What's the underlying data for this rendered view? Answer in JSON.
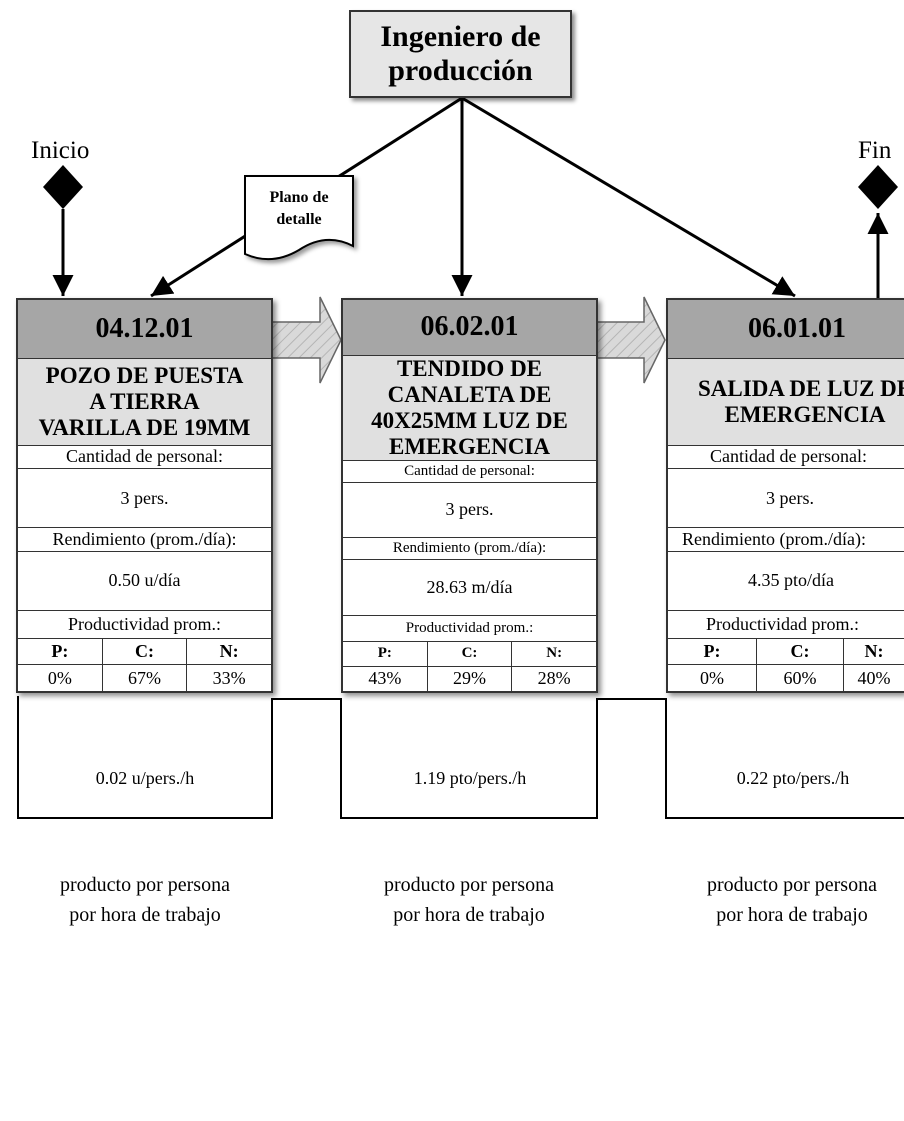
{
  "engineer": {
    "label": "Ingeniero de\nproducción"
  },
  "start_label": "Inicio",
  "end_label": "Fin",
  "document": {
    "label": "Plano de\ndetalle"
  },
  "activities": [
    {
      "code": "04.12.01",
      "name": "POZO DE PUESTA\nA TIERRA\nVARILLA DE 19MM",
      "personnel_label": "Cantidad de personal:",
      "personnel_value": "3  pers.",
      "performance_label": "Rendimiento (prom./día):",
      "performance_value": "0.50 u/día",
      "productivity_label": "Productividad prom.:",
      "headers": [
        "P:",
        "C:",
        "N:"
      ],
      "values": [
        "0%",
        "67%",
        "33%"
      ],
      "rate": "0.02 u/pers./h",
      "rate_label": "producto por persona\npor hora de trabajo"
    },
    {
      "code": "06.02.01",
      "name": "TENDIDO DE\nCANALETA DE\n40X25MM LUZ DE\nEMERGENCIA",
      "personnel_label": "Cantidad de personal:",
      "personnel_value": "3  pers.",
      "performance_label": "Rendimiento (prom./día):",
      "performance_value": "28.63 m/día",
      "productivity_label": "Productividad prom.:",
      "headers": [
        "P:",
        "C:",
        "N:"
      ],
      "values": [
        "43%",
        "29%",
        "28%"
      ],
      "rate": "1.19 pto/pers./h",
      "rate_label": "producto por persona\npor hora de trabajo"
    },
    {
      "code": "06.01.01",
      "name": "SALIDA DE LUZ DE\nEMERGENCIA",
      "personnel_label": "Cantidad de personal:",
      "personnel_value": "3  pers.",
      "performance_label": "Rendimiento (prom./día):",
      "performance_value": "4.35 pto/día",
      "productivity_label": "Productividad prom.:",
      "headers": [
        "P:",
        "C:",
        "N:"
      ],
      "values": [
        "0%",
        "60%",
        "40%"
      ],
      "rate": "0.22 pto/pers./h",
      "rate_label": "producto por persona\npor hora de trabajo"
    }
  ]
}
